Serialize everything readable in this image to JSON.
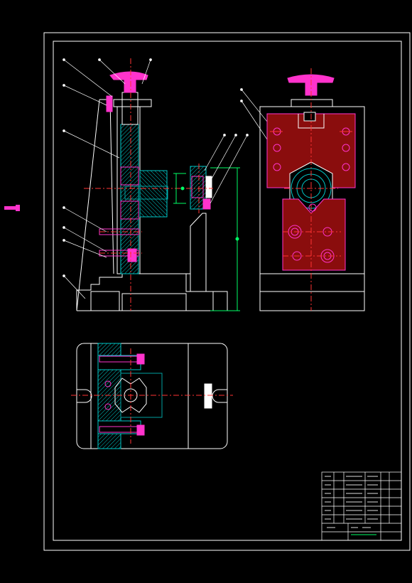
{
  "drawing": {
    "background": "#000000",
    "colors": {
      "outline": "#ffffff",
      "center_line": "#ff3333",
      "hatch": "#00c8c8",
      "part_fill": "#8a0d0d",
      "highlight": "#ff33cc",
      "dimension": "#00ff66",
      "hidden": "#00a0a0"
    },
    "views": [
      "front-view-section",
      "side-view",
      "top-view"
    ],
    "title_block": {
      "rows": 10,
      "columns": 6
    }
  }
}
